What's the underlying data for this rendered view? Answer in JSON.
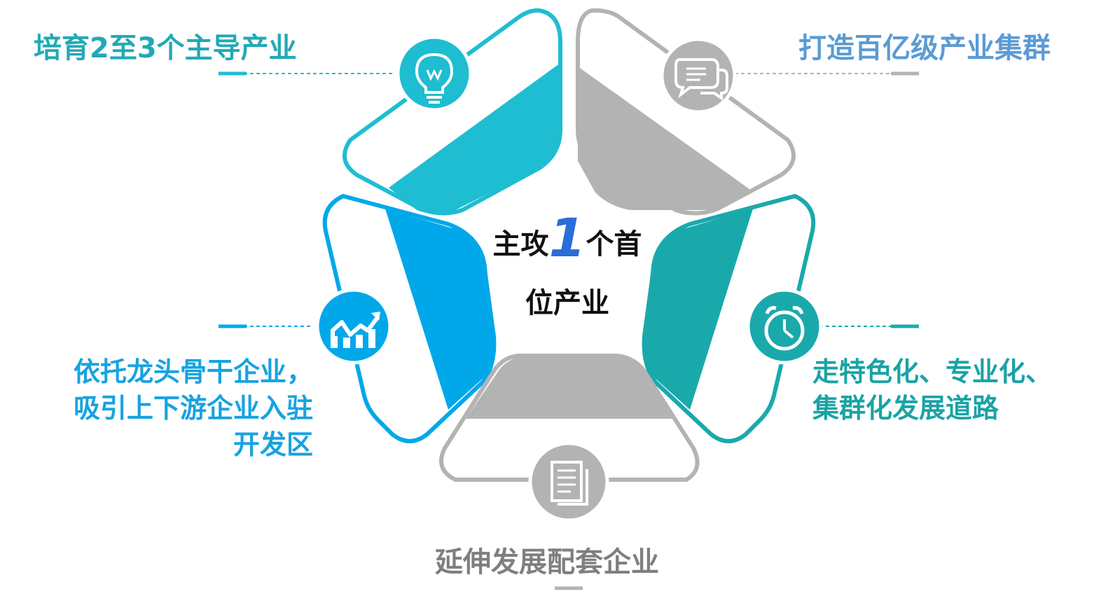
{
  "center": {
    "line1_a": "主攻",
    "number": "1",
    "line1_b": "个首",
    "line2": "位产业"
  },
  "labels": {
    "top_left": "培育2至3个主导产业",
    "top_right": "打造百亿级产业集群",
    "left_lines": [
      "依托龙头骨干企业，",
      "吸引上下游企业入驻",
      "开发区"
    ],
    "right_lines": [
      "走特色化、专业化、",
      "集群化发展道路"
    ],
    "bottom": "延伸发展配套企业"
  },
  "icons": {
    "top_left": "lightbulb-icon",
    "top_right": "chat-bubbles-icon",
    "left": "growth-chart-icon",
    "right": "stopwatch-icon",
    "bottom": "document-icon"
  },
  "colors": {
    "cyan": "#1fbdd1",
    "blue": "#00a8ea",
    "teal": "#1aa9ab",
    "gray": "#b3b3b3",
    "label_cyan": "#22a9b6",
    "label_blue": "#5a9bd5",
    "label_left": "#16a3e0",
    "label_right": "#1aa3a5",
    "label_bottom": "#7f7f7f",
    "number_blue": "#2a6dd9"
  }
}
